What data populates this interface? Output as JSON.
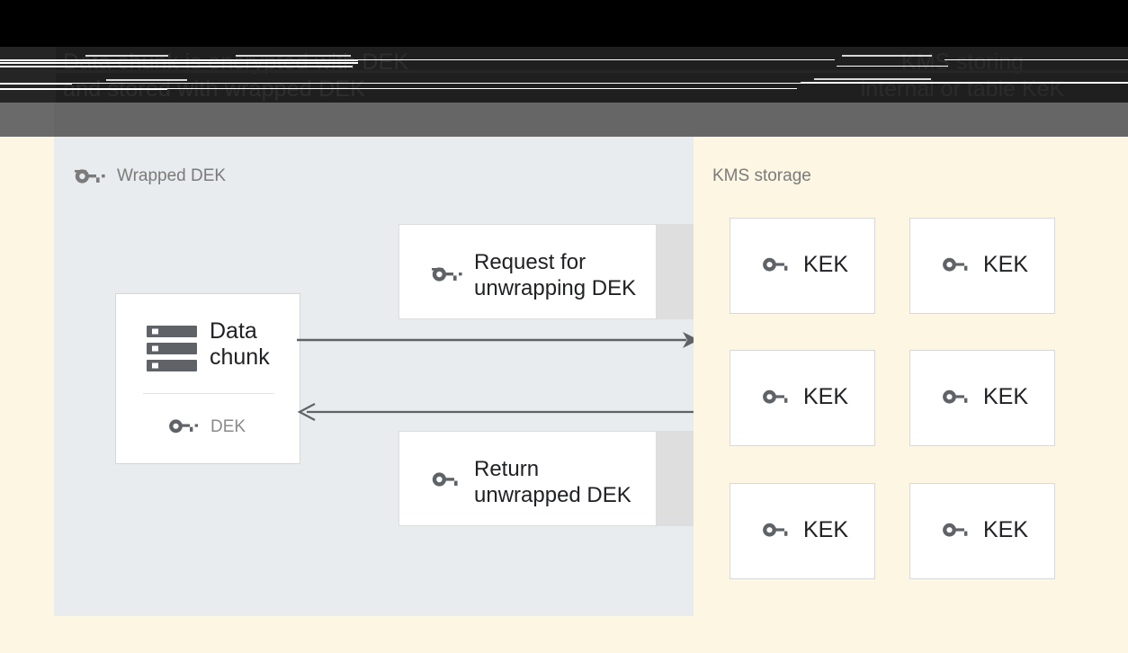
{
  "header": {
    "left_title": "Data chunk is encrypted with DEK\nand stored with wrapped DEK",
    "right_title": "KMS storing\ninternal or table KeK"
  },
  "left_panel": {
    "title": "Wrapped DEK",
    "title_icon": "wrapped-key-icon",
    "data_chunk_card": {
      "icon": "server-stack-icon",
      "label": "Data\nchunk",
      "key_icon": "key-icon",
      "key_label": "DEK"
    },
    "messages": [
      {
        "icon": "wrapped-key-icon",
        "label": "Request for\nunwrapping DEK"
      },
      {
        "icon": "key-icon",
        "label": "Return\nunwrapped DEK"
      }
    ],
    "arrows": [
      {
        "name": "arrow-request-to-kms",
        "direction": "right"
      },
      {
        "name": "arrow-return-from-kms",
        "direction": "left"
      }
    ]
  },
  "right_panel": {
    "title": "KMS storage",
    "kek_cards": [
      {
        "icon": "key-icon",
        "label": "KEK"
      },
      {
        "icon": "key-icon",
        "label": "KEK"
      },
      {
        "icon": "key-icon",
        "label": "KEK"
      },
      {
        "icon": "key-icon",
        "label": "KEK"
      },
      {
        "icon": "key-icon",
        "label": "KEK"
      },
      {
        "icon": "key-icon",
        "label": "KEK"
      }
    ]
  },
  "colors": {
    "background_cream": "#fdf6e3",
    "panel_grey": "#e8ecee",
    "card_white": "#ffffff",
    "shade_grey": "#dedede",
    "icon_grey": "#5f6368",
    "title_grey": "#7b7b7b",
    "text_dark": "#202124",
    "arrow_grey": "#5f6368",
    "header_black": "#000000",
    "header_dark": "#1f1f1f",
    "header_grey": "#666666"
  }
}
